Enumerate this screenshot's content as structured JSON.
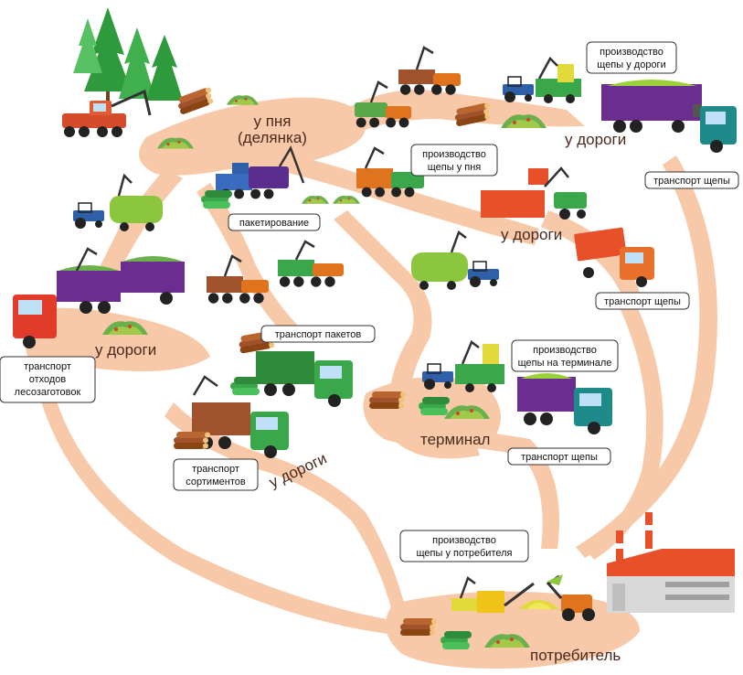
{
  "stages": {
    "stump": "у пня",
    "stump_sub": "(делянка)",
    "road_top": "у дороги",
    "road_mid": "у дороги",
    "road_left": "у дороги",
    "road_bottom": "у дороги",
    "terminal": "терминал",
    "consumer": "потребитель"
  },
  "labels": {
    "chip_road_1": "производство",
    "chip_road_2": "щепы у дороги",
    "chip_stump_1": "производство",
    "chip_stump_2": "щепы у пня",
    "bundling": "пакетирование",
    "chip_transport_1": "транспорт щепы",
    "chip_transport_2": "транспорт щепы",
    "chip_transport_3": "транспорт щепы",
    "bundle_transport": "транспорт пакетов",
    "chip_terminal_1": "производство",
    "chip_terminal_2": "щепы на терминале",
    "waste_transport_1": "транспорт",
    "waste_transport_2": "отходов",
    "waste_transport_3": "лесозаготовок",
    "assort_transport_1": "транспорт",
    "assort_transport_2": "сортиментов",
    "chip_consumer_1": "производство",
    "chip_consumer_2": "щепы у потребителя"
  },
  "colors": {
    "flow": "#f7c9a8",
    "forest": "#2e9a3c",
    "truck_purple": "#6b2d8f",
    "truck_red": "#e23b2a",
    "truck_green": "#3aa84a",
    "tractor_orange": "#e0731d",
    "factory_red": "#e8502a"
  },
  "icons": [
    "forest-icon",
    "harvester-icon",
    "forwarder-icon",
    "chipper-icon",
    "truck-icon",
    "log-pile-icon",
    "chip-pile-icon",
    "factory-icon",
    "loader-icon"
  ]
}
